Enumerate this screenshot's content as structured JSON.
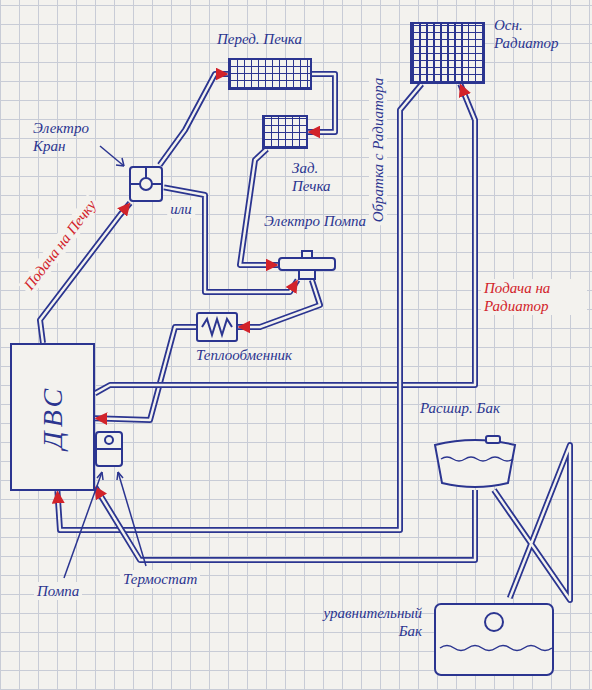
{
  "diagram": {
    "nodes": [
      {
        "text": [
          "Перед. Печка"
        ]
      },
      {
        "text": [
          "Осн. Радиатор"
        ]
      },
      {
        "text": [
          "Электро Кран"
        ]
      },
      {
        "text": [
          "Зад. Печка"
        ]
      },
      {
        "text": [
          "Электро Помпа"
        ]
      },
      {
        "text": [
          "Теплообменник"
        ]
      },
      {
        "text": [
          "ДВС"
        ]
      },
      {
        "text": [
          "Расшир. Бак"
        ]
      },
      {
        "text": [
          "уравнительный Бак"
        ]
      }
    ],
    "edges": [
      {
        "from": 6,
        "to": 2,
        "label": "Подача на Печку",
        "arrow": "to"
      },
      {
        "from": 2,
        "to": 0,
        "arrow": "to"
      },
      {
        "from": 0,
        "to": 3,
        "arrow": "to"
      },
      {
        "from": 3,
        "to": 4,
        "arrow": "to"
      },
      {
        "from": 2,
        "to": 4,
        "label": "или",
        "arrow": "to"
      },
      {
        "from": 4,
        "to": 5,
        "arrow": "to"
      },
      {
        "from": 5,
        "to": 6,
        "arrow": "to"
      },
      {
        "from": 6,
        "to": 1,
        "label": "Подача на Радиатор",
        "arrow": "to"
      },
      {
        "from": 1,
        "to": 6,
        "label": "Обратка с Радиатора",
        "arrow": "to"
      },
      {
        "from": 7,
        "to": 6,
        "arrow": "to"
      },
      {
        "from": 8,
        "to": 7,
        "arrow": "none"
      }
    ],
    "labels": [
      "Помпа",
      "Термостат"
    ]
  }
}
